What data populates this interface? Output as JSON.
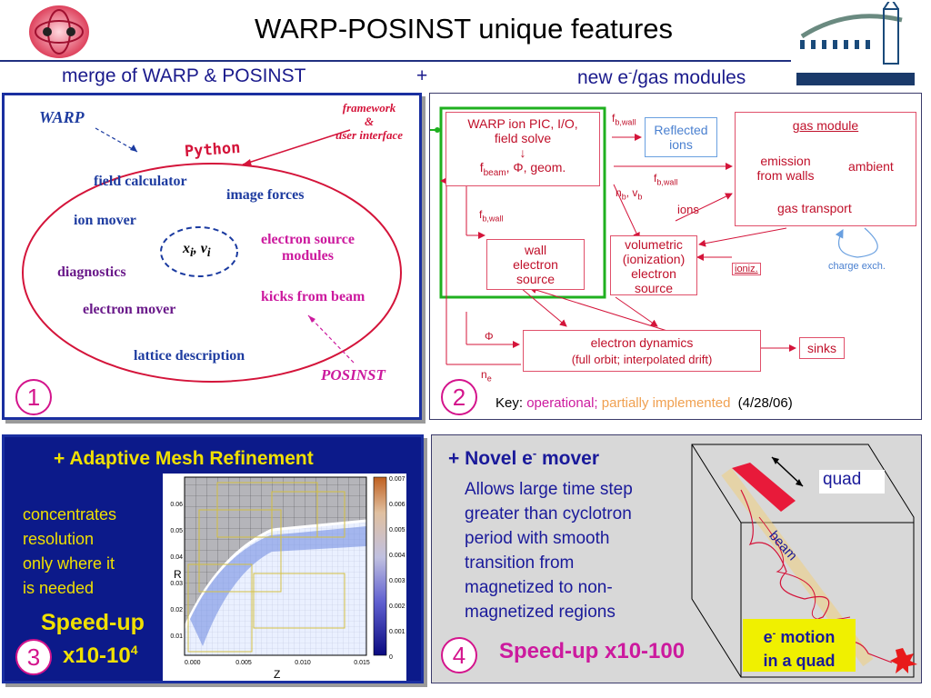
{
  "header": {
    "title": "WARP-POSINST unique features",
    "merge_text": "merge of WARP & POSINST",
    "plus": "+",
    "modules_pre": "new e",
    "modules_sup": "-",
    "modules_post": "/gas modules"
  },
  "panel1": {
    "warp": "WARP",
    "framework_l1": "framework",
    "framework_l2": "&",
    "framework_l3": "user interface",
    "python": "Python",
    "items": [
      "field calculator",
      "image forces",
      "ion mover",
      "diagnostics",
      "electron mover",
      "lattice description"
    ],
    "source_l1": "electron source",
    "source_l2": "modules",
    "kicks": "kicks from beam",
    "posinst": "POSINST",
    "xv": "x",
    "xv_sub": "i",
    "xv_sep": ", v",
    "xv_sub2": "i",
    "number": "1"
  },
  "panel2": {
    "warp_box_l1": "WARP ion PIC, I/O,",
    "warp_box_l2": "field solve",
    "warp_box_arrow": "↓",
    "warp_box_l3_a": "f",
    "warp_box_l3_sub": "beam",
    "warp_box_l3_b": ", Φ, geom.",
    "reflected_l1": "Reflected",
    "reflected_l2": "ions",
    "gas_title": "gas module",
    "emission_l1": "emission",
    "emission_l2": "from walls",
    "ambient": "ambient",
    "gas_transport": "gas transport",
    "charge_exch": "charge exch.",
    "wall_l1": "wall",
    "wall_l2": "electron",
    "wall_l3": "source",
    "vol_l1": "volumetric",
    "vol_l2": "(ionization)",
    "vol_l3": "electron",
    "vol_l4": "source",
    "ioniz": "ioniz.",
    "ions": "ions",
    "dyn_l1": "electron dynamics",
    "dyn_l2": "(full orbit; interpolated drift)",
    "sinks": "sinks",
    "lbl_fbwall": "f",
    "lbl_fbwall_sub": "b,wall",
    "lbl_nb": "n",
    "lbl_nb_sub": "b",
    "lbl_vb": ", v",
    "lbl_vb_sub": "b",
    "lbl_phi": "Φ",
    "lbl_ne": "n",
    "lbl_ne_sub": "e",
    "key": "Key:",
    "key_operational": "operational;",
    "key_partial": "partially implemented",
    "key_date": "(4/28/06)",
    "number": "2"
  },
  "panel3": {
    "title": "+ Adaptive Mesh Refinement",
    "text": [
      "concentrates",
      "resolution",
      "only where it",
      "is needed"
    ],
    "speedup_l1": "Speed-up",
    "speedup_l2_a": "x10-10",
    "speedup_l2_sup": "4",
    "number": "3",
    "plot": {
      "ylabel": "R",
      "xlabel": "Z",
      "xticks": [
        "0.000",
        "0.005",
        "0.010",
        "0.015"
      ],
      "yticks": [
        "0.06",
        "0.05",
        "0.04",
        "0.03",
        "0.02",
        "0.01"
      ],
      "cbar_ticks": [
        "0.007",
        "0.006",
        "0.005",
        "0.004",
        "0.003",
        "0.002",
        "0.001",
        "0"
      ]
    }
  },
  "panel4": {
    "title_a": "+ Novel e",
    "title_sup": "-",
    "title_b": " mover",
    "text": [
      "Allows large time step",
      "greater than cyclotron",
      "period with smooth",
      "transition from",
      "magnetized to non-",
      "magnetized regions"
    ],
    "speedup": "Speed-up x10-100",
    "quad": "quad",
    "beam": "beam",
    "motion_l1_a": "e",
    "motion_l1_sup": "-",
    "motion_l1_b": " motion",
    "motion_l2": "in a quad",
    "number": "4"
  },
  "colors": {
    "panel_border": "#1a2fa0",
    "panel3_bg": "#0c1a8a",
    "diagram_red": "#d4143a",
    "green_highlight": "#1fb01f",
    "magenta": "#cc1a9e",
    "yellow": "#f0e000"
  }
}
